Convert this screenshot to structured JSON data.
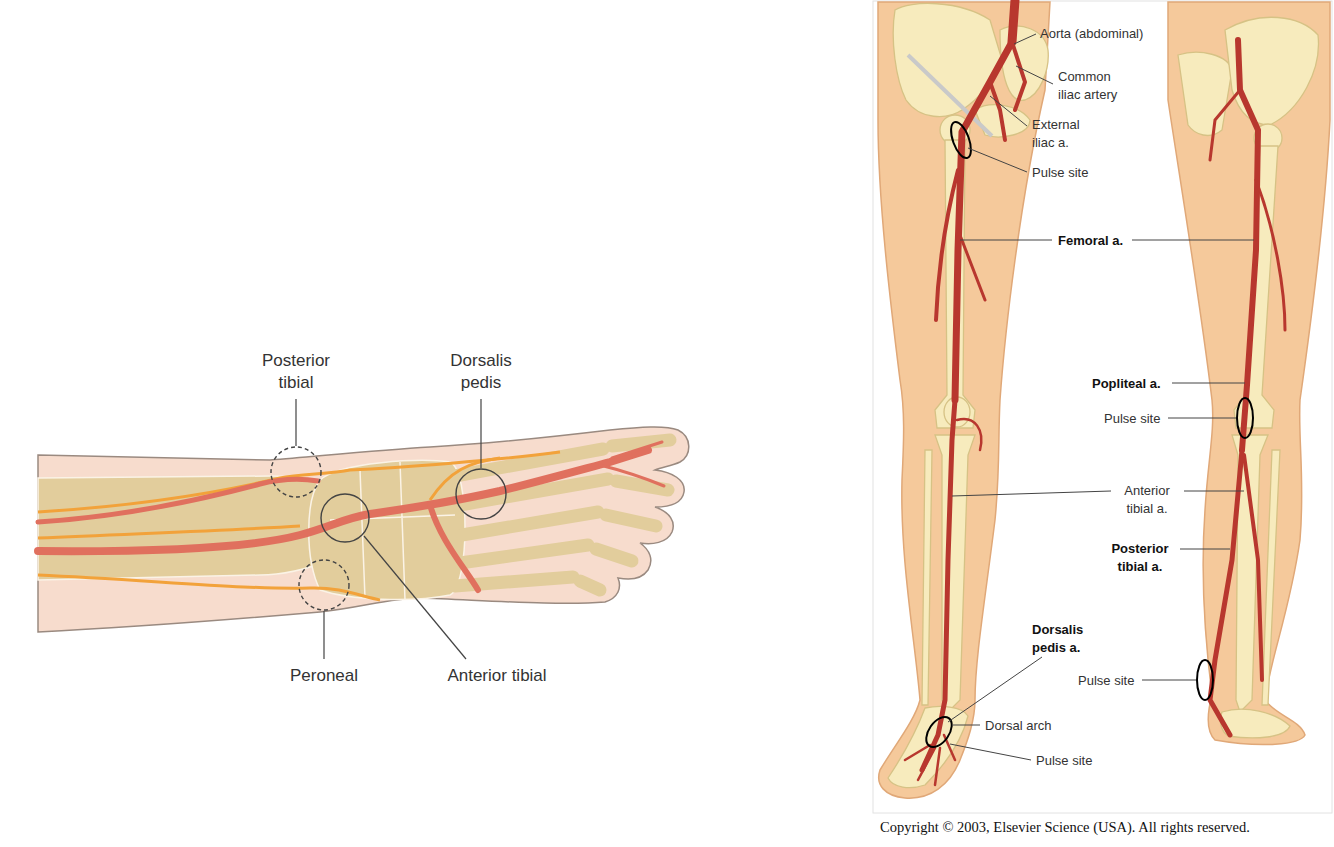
{
  "diagram": {
    "caption": "Copyright © 2003, Elsevier Science (USA). All rights reserved.",
    "labels": [
      "Posterior tibial",
      "Dorsalis pedis",
      "Peroneal",
      "Anterior tibial",
      "Aorta (abdominal)",
      "Common iliac artery",
      "External iliac a.",
      "Pulse site",
      "Femoral a.",
      "Popliteal a.",
      "Pulse site",
      "Anterior tibial a.",
      "Posterior tibial a.",
      "Dorsalis pedis a.",
      "Pulse site",
      "Dorsal arch",
      "Pulse site"
    ]
  }
}
